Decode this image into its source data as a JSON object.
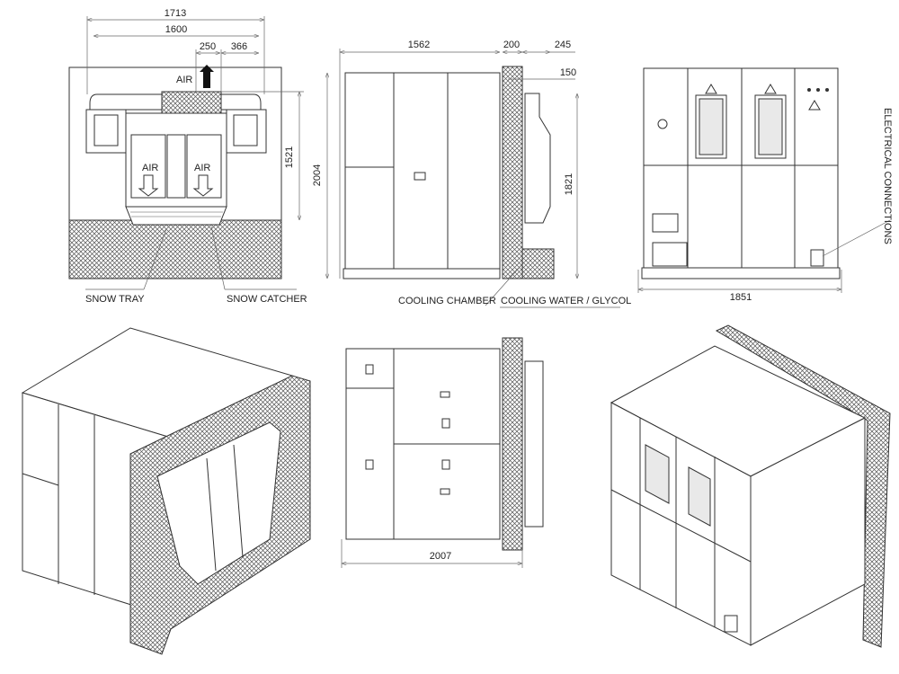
{
  "front_view": {
    "dim_overall_width": "1713",
    "dim_unit_width": "1600",
    "dim_outlet": "250",
    "dim_offset": "366",
    "dim_height": "1521",
    "air_top": "AIR",
    "air_left": "AIR",
    "air_right": "AIR",
    "label_snow_tray": "SNOW TRAY",
    "label_snow_catcher": "SNOW CATCHER"
  },
  "side_view": {
    "dim_depth": "1562",
    "dim_wall": "200",
    "dim_evap_depth": "245",
    "dim_offset_top": "150",
    "dim_height": "2004",
    "dim_evap_height": "1821",
    "label_cooling_chamber": "COOLING CHAMBER",
    "label_cooling_water": "COOLING WATER / GLYCOL"
  },
  "rear_view": {
    "dim_width": "1851",
    "label_electrical": "ELECTRICAL CONNECTIONS"
  },
  "top_view": {
    "dim_length": "2007"
  },
  "colors": {
    "line": "#333333",
    "hatch": "#555555",
    "background": "#ffffff"
  }
}
